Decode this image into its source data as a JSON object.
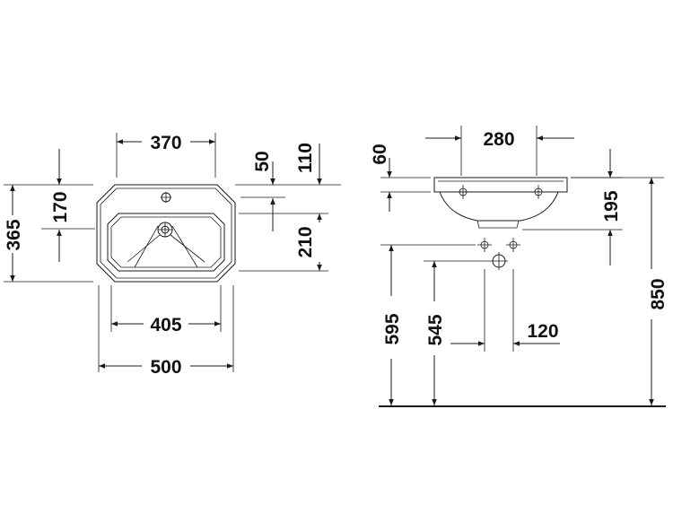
{
  "drawing": {
    "top_view": {
      "faucet_spacing": "370",
      "basin_width": "405",
      "overall_width": "500",
      "overall_depth": "365",
      "back_to_tap": "170",
      "rim_offset": "50",
      "rim_to_tap": "110",
      "bowl_depth": "210"
    },
    "side_view": {
      "trap_spacing": "280",
      "rim_thickness": "60",
      "basin_height": "195",
      "mount_height": "850",
      "outlet_height": "595",
      "supply_height": "545",
      "supply_offset": "120"
    }
  }
}
